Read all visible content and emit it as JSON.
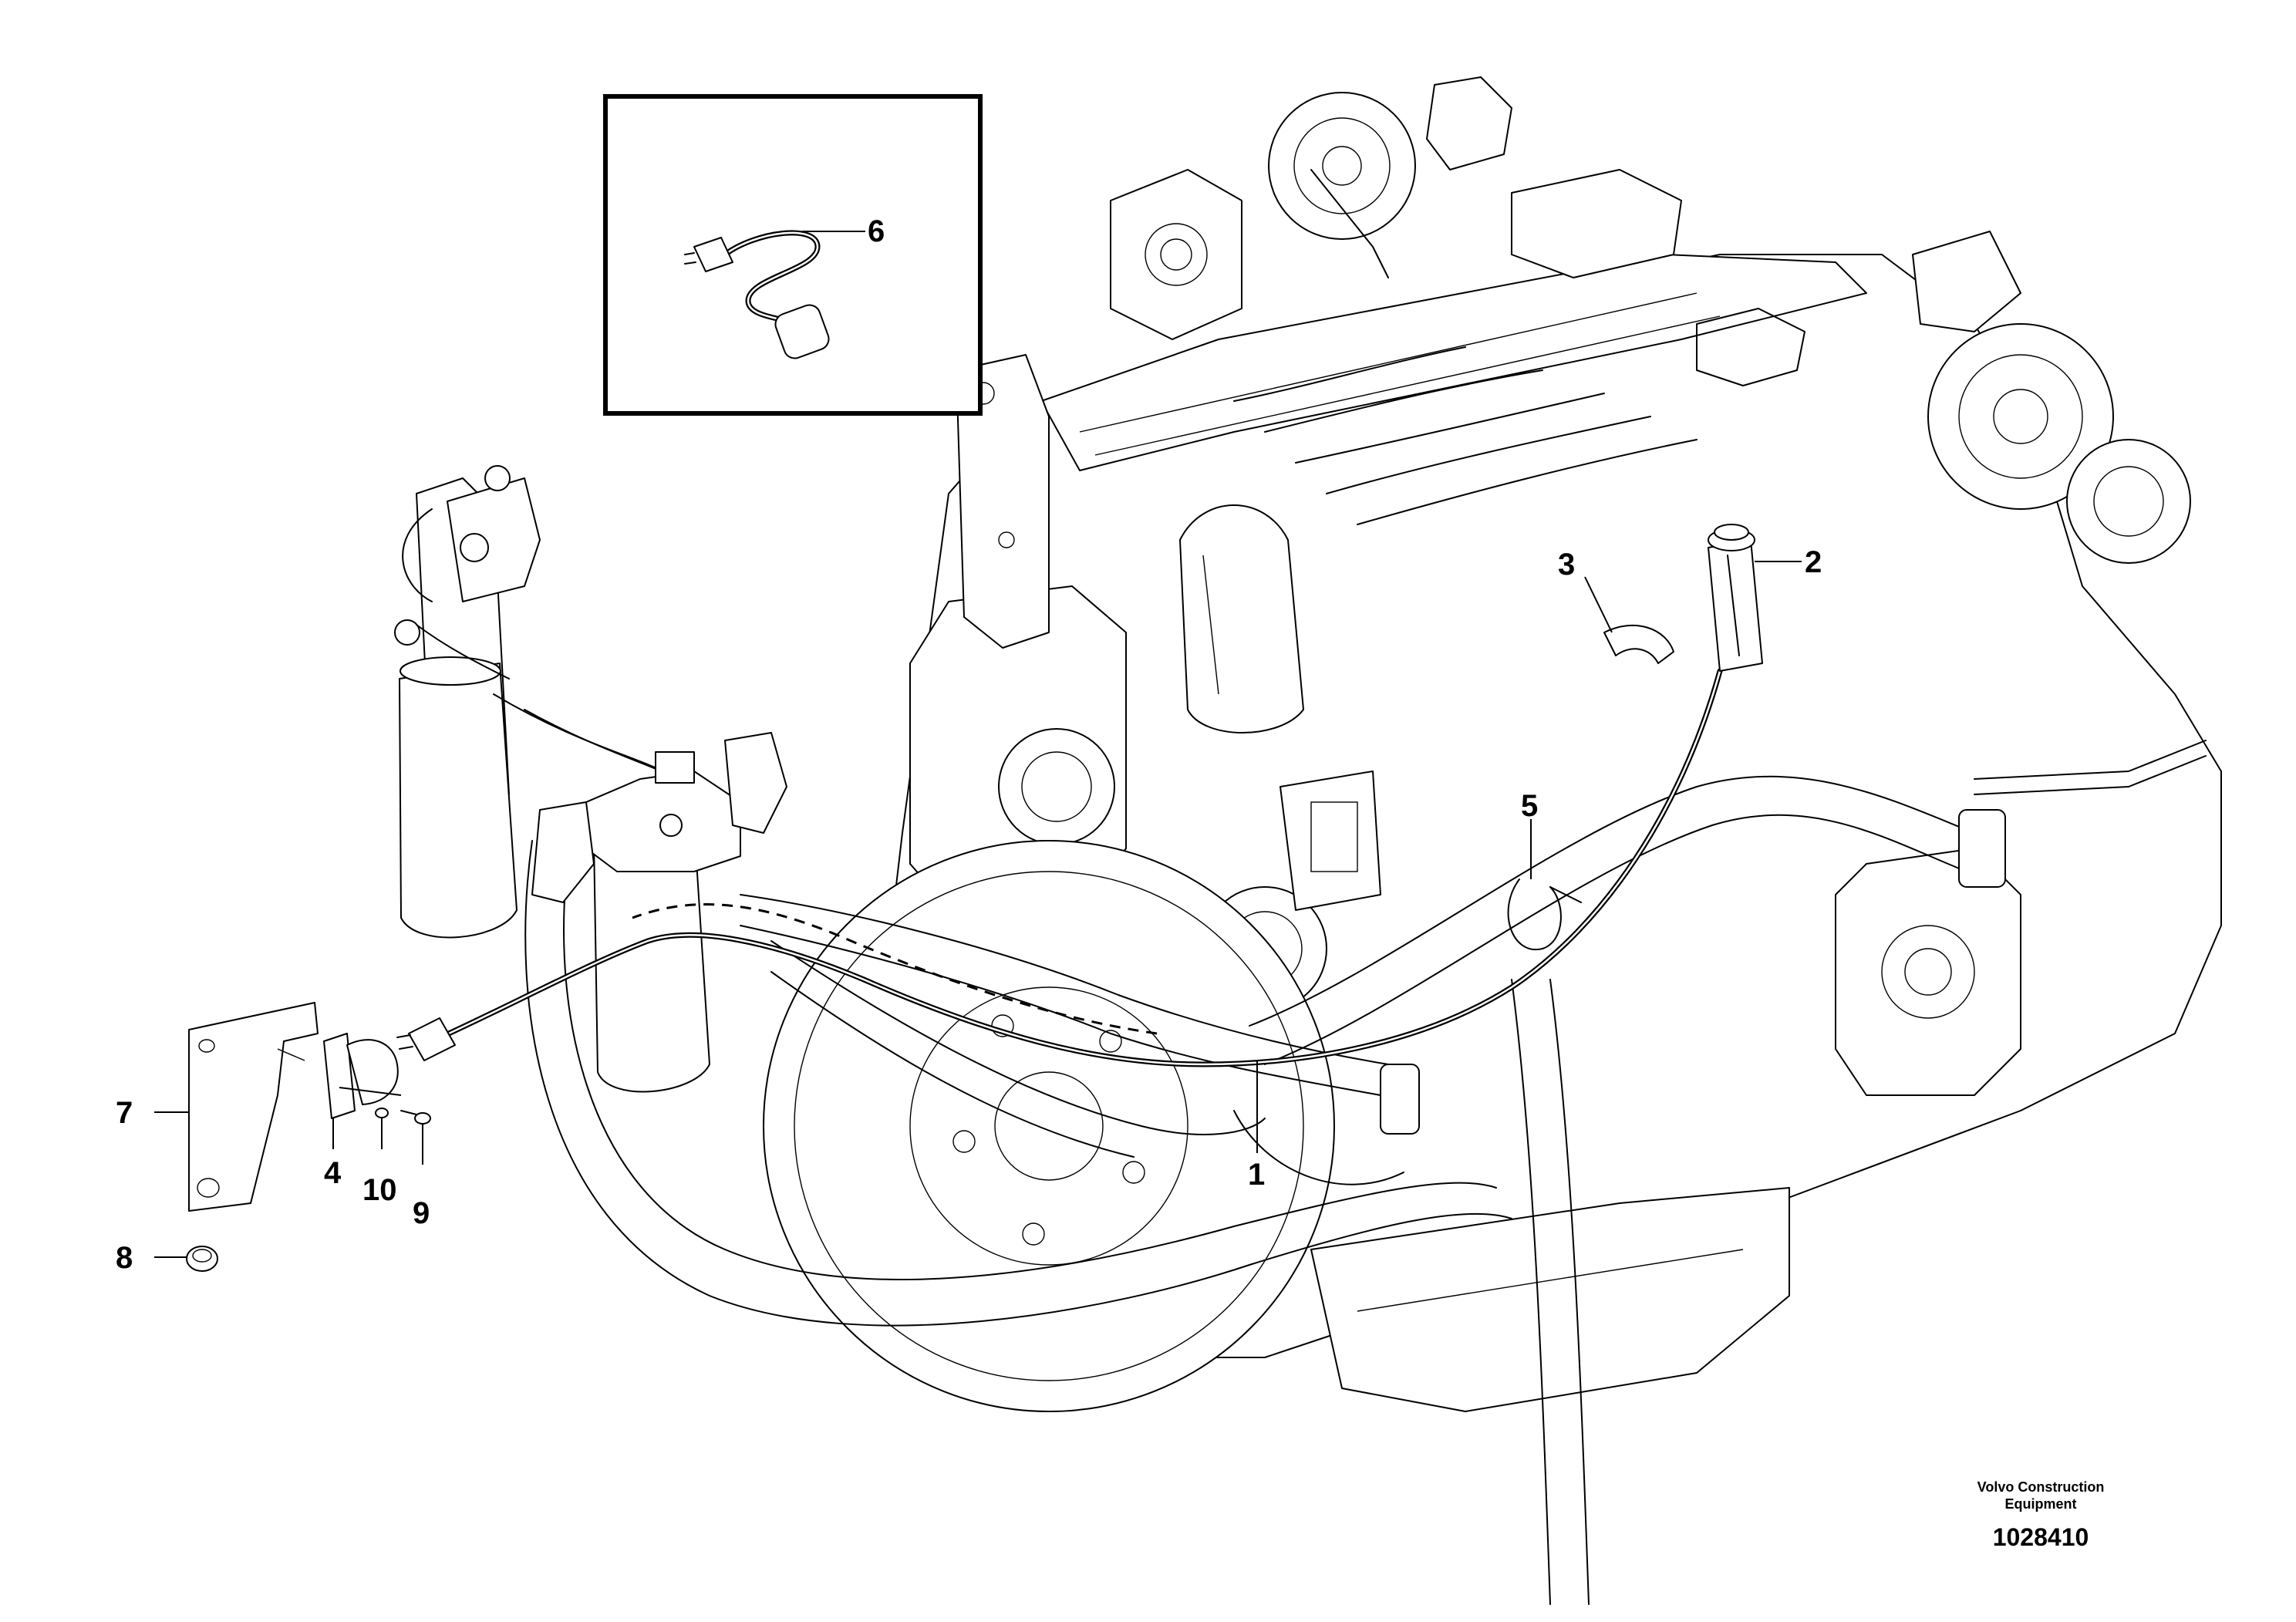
{
  "parts": [
    {
      "id": "part-1",
      "number": "1"
    },
    {
      "id": "part-2",
      "number": "2"
    },
    {
      "id": "part-3",
      "number": "3"
    },
    {
      "id": "part-4",
      "number": "4"
    },
    {
      "id": "part-5",
      "number": "5"
    },
    {
      "id": "part-6",
      "number": "6"
    },
    {
      "id": "part-7",
      "number": "7"
    },
    {
      "id": "part-8",
      "number": "8"
    },
    {
      "id": "part-9",
      "number": "9"
    },
    {
      "id": "part-10",
      "number": "10"
    }
  ],
  "branding": {
    "line1": "Volvo Construction",
    "line2": "Equipment",
    "document_number": "1028410"
  }
}
